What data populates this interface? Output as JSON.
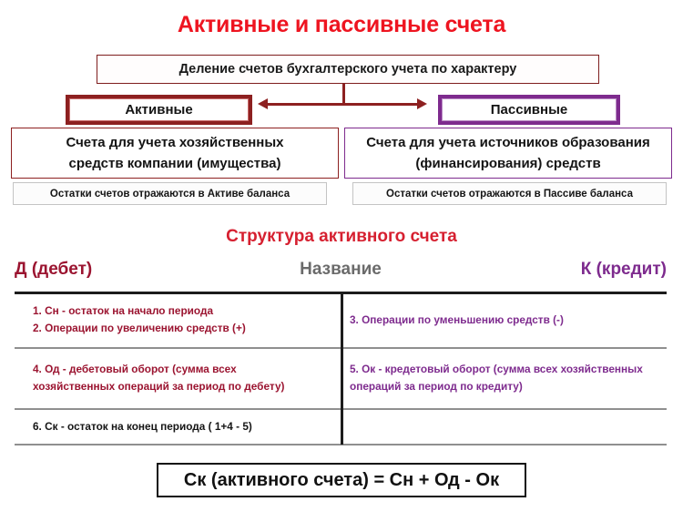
{
  "title": "Активные и пассивные счета",
  "classification": {
    "top_box_label": "Деление счетов бухгалтерского учета по характеру",
    "active": {
      "label": "Активные",
      "description_line1": "Счета для учета хозяйственных",
      "description_line2": "средств компании (имущества)",
      "note": "Остатки счетов отражаются в Активе баланса",
      "color": "#8d2020"
    },
    "passive": {
      "label": "Пассивные",
      "description_line1": "Счета для учета источников образования",
      "description_line2": "(финансирования) средств",
      "note": "Остатки счетов отражаются в Пассиве баланса",
      "color": "#7e2b8e"
    },
    "arrow": "double-headed-arrow"
  },
  "structure": {
    "section_title": "Структура активного счета",
    "header": {
      "debit": "Д (дебет)",
      "name": "Название",
      "credit": "К (кредит)"
    },
    "rows": [
      {
        "debit_line1": "1. Сн - остаток на начало периода",
        "debit_line2": "2. Операции по увеличению средств (+)",
        "credit_line1": "3. Операции по уменьшению средств (-)",
        "credit_line2": ""
      },
      {
        "debit_line1": "4. Од - дебетовый оборот (сумма всех",
        "debit_line2": "хозяйственных операций за период по дебету)",
        "credit_line1": "5. Ок - кредетовый оборот (сумма всех хозяйственных",
        "credit_line2": "операций за период по кредиту)"
      },
      {
        "debit_line1": "6. Ск - остаток на конец периода ( 1+4 - 5)",
        "debit_line2": "",
        "credit_line1": "",
        "credit_line2": ""
      }
    ]
  },
  "formula": "Ск (активного счета) = Сн + Од -  Ок",
  "colors": {
    "title_red": "#ee1420",
    "section_red": "#d62030",
    "debit_red": "#9b1430",
    "credit_purple": "#7e2b8e",
    "name_gray": "#6b6b6b"
  }
}
